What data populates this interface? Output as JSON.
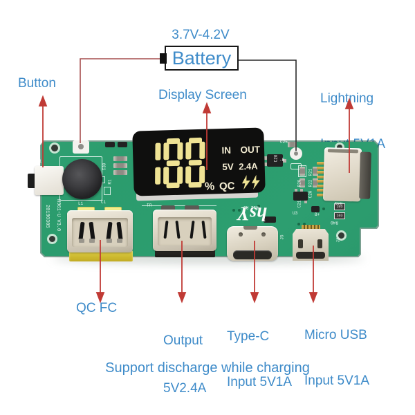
{
  "labels": {
    "battery_voltage": "3.7V-4.2V",
    "battery": "Battery",
    "button": "Button",
    "display_screen": "Display Screen",
    "lightning_input": [
      "Lightning",
      "Input 5V1A"
    ],
    "qc_fc": "QC FC",
    "output": [
      "Output",
      "5V2.4A"
    ],
    "type_c": [
      "Type-C",
      "Input 5V1A"
    ],
    "micro_usb": [
      "Micro USB",
      "Input 5V1A"
    ],
    "footer_note": "Support discharge while charging"
  },
  "display": {
    "value": "188",
    "in": "IN",
    "out": "OUT",
    "volt": "5V",
    "amp": "2.4A",
    "percent": "%",
    "qc": "QC",
    "bolt_icon": "double-lightning-bolt"
  },
  "pcb": {
    "logo": "hsY",
    "date_code": "20190305",
    "model": "H961-U V3.0",
    "silkscreen": {
      "s1": "S1",
      "c30": "C30",
      "r1": "R1",
      "l1": "L1",
      "c1": "C1",
      "u1": "U1",
      "j2": "J2",
      "j5": "J5",
      "u3": "U3",
      "j1": "J1",
      "r12_r5": "R12 R5",
      "r40": "R40",
      "r41": "R41",
      "c25": "C25",
      "c26": "C26",
      "r21": "R21",
      "r22": "R22",
      "c20": "C20",
      "r20": "R20",
      "c21": "C21",
      "b_plus": "B+",
      "b_minus": "-B",
      "chip103": "103"
    }
  },
  "colors": {
    "label_blue": "#3e8bc9",
    "arrow_red": "#c03a35",
    "wire_red": "#a64e4e",
    "wire_black": "#2a2a2a",
    "pcb_green": "#2b9c6e",
    "display_background": "#0f0f0e",
    "display_digit": "#efe394",
    "display_label": "#f3ecd2",
    "qc_port_yellow": "#c2ab22"
  }
}
